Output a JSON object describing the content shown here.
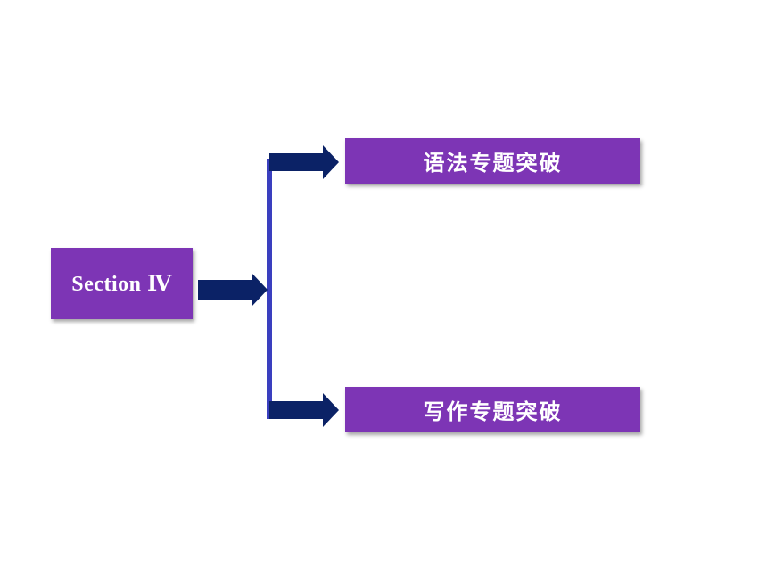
{
  "diagram": {
    "root": {
      "label": "Section Ⅳ"
    },
    "branches": [
      {
        "label": "语法专题突破"
      },
      {
        "label": "写作专题突破"
      }
    ]
  },
  "colors": {
    "box_fill": "#7d35b5",
    "arrow_fill": "#0b2266",
    "connector_line": "#3a3fbf",
    "text": "#ffffff"
  }
}
